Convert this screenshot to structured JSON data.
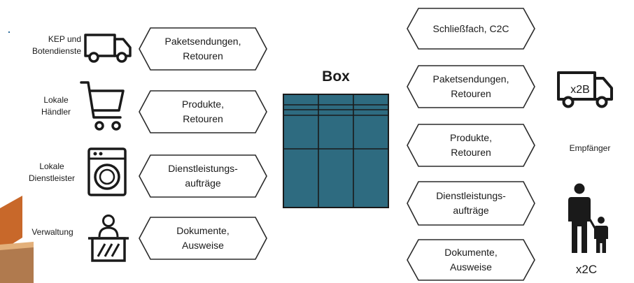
{
  "senders": [
    {
      "name": "KEP und\nBotendienste",
      "icon": "van-icon"
    },
    {
      "name": "Lokale\nHändler",
      "icon": "shopping-cart-icon"
    },
    {
      "name": "Lokale\nDienstleister",
      "icon": "washing-machine-icon"
    },
    {
      "name": "Verwaltung",
      "icon": "clerk-counter-icon"
    }
  ],
  "left_items": [
    {
      "line1": "Paketsendungen,",
      "line2": "Retouren"
    },
    {
      "line1": "Produkte,",
      "line2": "Retouren"
    },
    {
      "line1": "Dienstleistungs-",
      "line2": "aufträge"
    },
    {
      "line1": "Dokumente,",
      "line2": "Ausweise"
    }
  ],
  "box": {
    "title": "Box",
    "color": "#2e6b80"
  },
  "right_items": [
    {
      "line1": "Schließfach, C2C",
      "line2": ""
    },
    {
      "line1": "Paketsendungen,",
      "line2": "Retouren"
    },
    {
      "line1": "Produkte,",
      "line2": "Retouren"
    },
    {
      "line1": "Dienstleistungs-",
      "line2": "aufträge"
    },
    {
      "line1": "Dokumente,",
      "line2": "Ausweise"
    }
  ],
  "recipients": {
    "van_label": "x2B",
    "heading": "Empfänger",
    "person_label": "x2C",
    "van_icon": "van-icon",
    "person_icon": "parent-child-icon"
  }
}
